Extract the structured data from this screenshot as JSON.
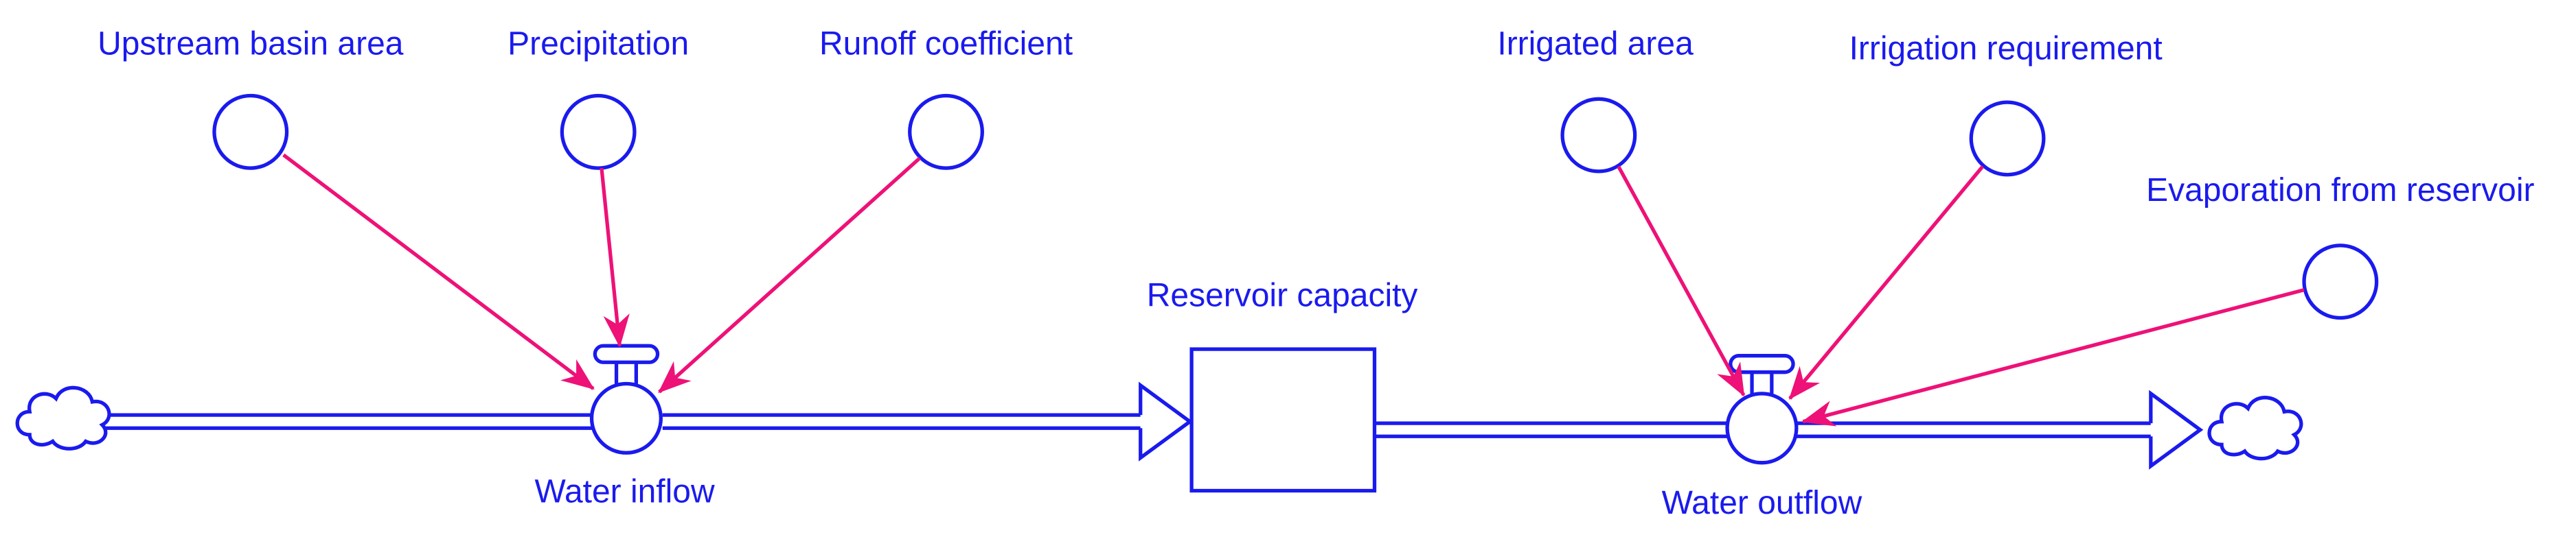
{
  "colors": {
    "node": "#1a1aee",
    "link": "#ee1177",
    "label": "#1a1aee",
    "background": "#ffffff"
  },
  "variables": {
    "upstream_basin_area": "Upstream basin area",
    "precipitation": "Precipitation",
    "runoff_coefficient": "Runoff coefficient",
    "irrigated_area": "Irrigated area",
    "irrigation_requirement": "Irrigation requirement",
    "evaporation_from_reservoir": "Evaporation from reservoir"
  },
  "stock": {
    "label": "Reservoir capacity"
  },
  "flows": {
    "inflow_label": "Water inflow",
    "outflow_label": "Water outflow"
  },
  "icons": {
    "source": "cloud-icon",
    "sink": "cloud-icon",
    "valve": "valve-icon",
    "auxiliary": "circle-node-icon"
  }
}
